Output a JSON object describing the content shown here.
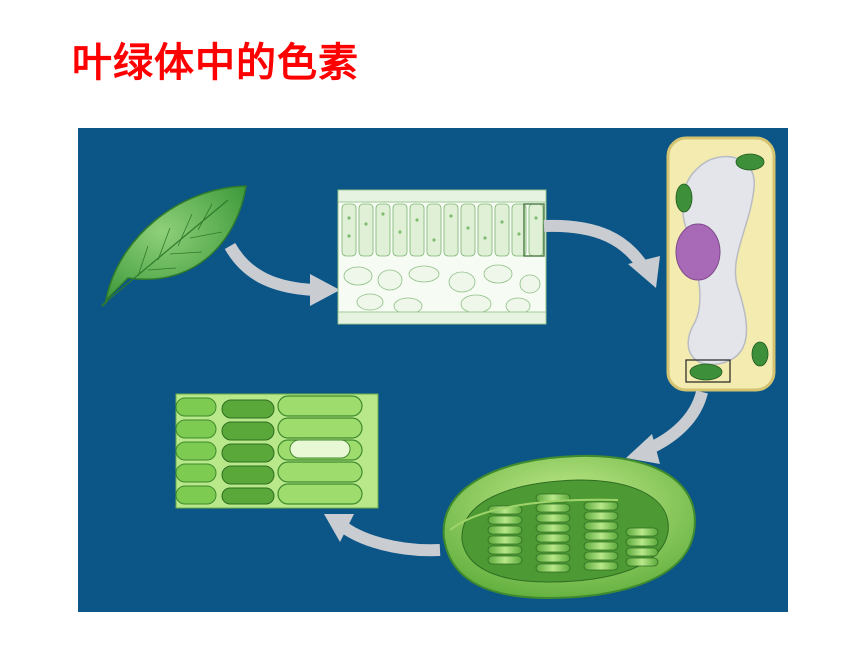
{
  "slide": {
    "title": "叶绿体中的色素",
    "title_color": "#ff0000",
    "panel_color": "#0b5587"
  },
  "diagram": {
    "stages": [
      {
        "name": "leaf"
      },
      {
        "name": "leaf-cross-section"
      },
      {
        "name": "plant-cell"
      },
      {
        "name": "chloroplast"
      },
      {
        "name": "grana-thylakoid-closeup"
      }
    ],
    "arrow_color": "#c9ccd0"
  }
}
